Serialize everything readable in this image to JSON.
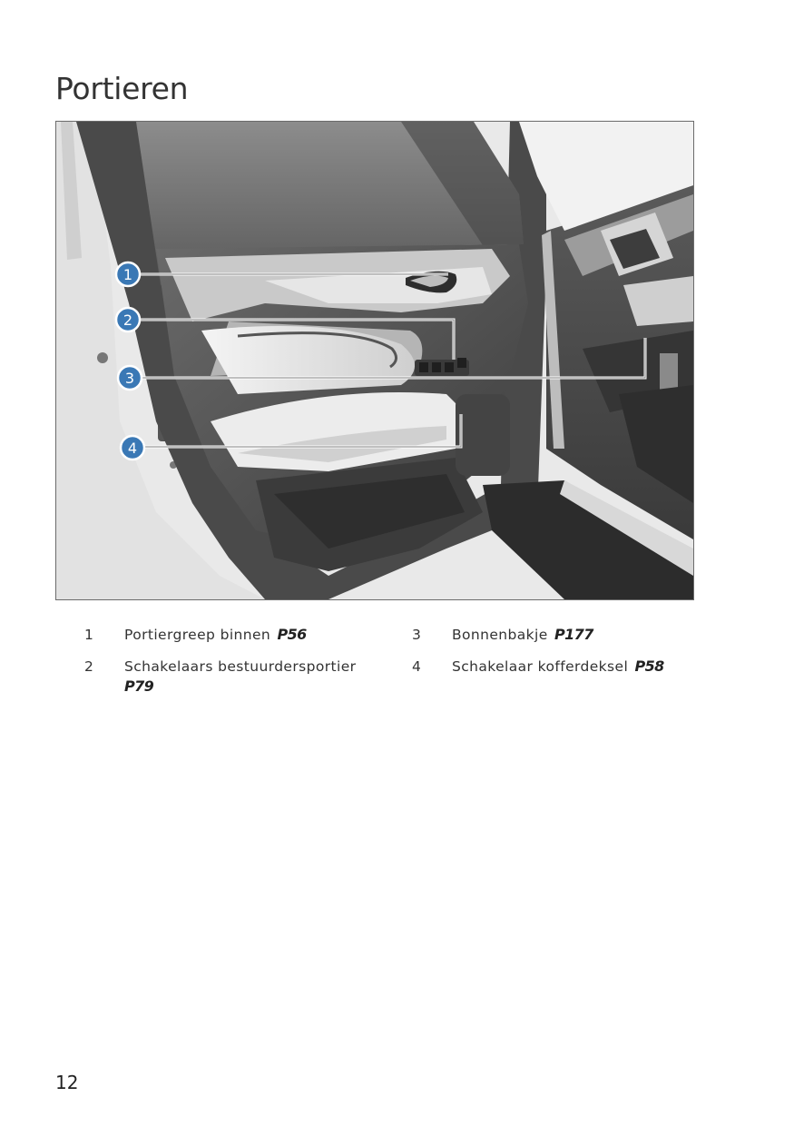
{
  "page": {
    "title": "Portieren",
    "number": "12"
  },
  "figure": {
    "callouts": [
      "1",
      "2",
      "3",
      "4"
    ],
    "callout_color": "#3a78b5"
  },
  "legend": {
    "left": [
      {
        "num": "1",
        "text": "Portiergreep binnen",
        "ref": "P56"
      },
      {
        "num": "2",
        "text": "Schakelaars bestuurdersportier",
        "ref": "P79"
      }
    ],
    "right": [
      {
        "num": "3",
        "text": "Bonnenbakje",
        "ref": "P177"
      },
      {
        "num": "4",
        "text": "Schakelaar kofferdeksel",
        "ref": "P58"
      }
    ]
  }
}
